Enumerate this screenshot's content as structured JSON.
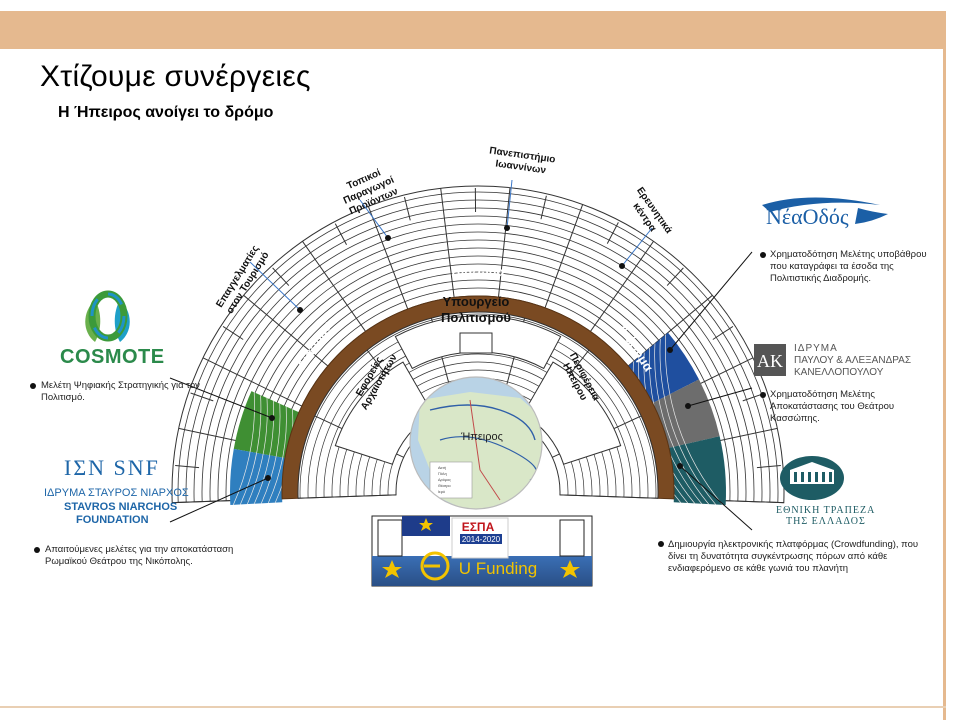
{
  "slide": {
    "title": "Χτίζουμε συνέργειες",
    "subtitle": "Η Ήπειρος ανοίγει το δρόμο"
  },
  "theatre": {
    "diazoma": "Διάζωμα",
    "center_label": "Ήπειρος",
    "sections_outer": [
      "Επαγγελματίες στον Τουρισμό",
      "Τοπικοί Παραγωγοί Προϊόντων",
      "Πανεπιστήμιο Ιωαννίνων",
      "Ερευνητικά κέντρα"
    ],
    "sections_inner": [
      "Εφορείες Αρχαιοτήτων",
      "Υπουργείο Πολιτισμού",
      "Περιφέρεια Ηπείρου"
    ],
    "map_legend": [
      "Ακτή",
      "Πόλη",
      "Δρόμος",
      "Θέατρο",
      "Ιερό"
    ]
  },
  "left": {
    "cosmote_logo": "COSMOTE",
    "cosmote_note": "Μελέτη Ψηφιακής Στρατηγικής για τον Πολιτισμό.",
    "snf_logo_top": "ΙΣΝ SNF",
    "snf_logo_lines": [
      "ΙΔΡΥΜΑ ΣΤΑΥΡΟΣ ΝΙΑΡΧΟΣ",
      "STAVROS NIARCHOS",
      "FOUNDATION"
    ],
    "snf_note": "Απαιτούμενες μελέτες για την αποκατάσταση Ρωμαϊκού Θεάτρου της Νικόπολης."
  },
  "right": {
    "neaodos_logo": "ΝέαΟδός",
    "neaodos_note": "Χρηματοδότηση Μελέτης υποβάθρου που καταγράφει τα έσοδα της Πολιτιστικής Διαδρομής.",
    "kanellopoulou_logo_mark": "ΑΚ",
    "kanellopoulou_logo_lines": [
      "ΙΔΡΥΜΑ",
      "ΠΑΥΛΟΥ & ΑΛΕΞΑΝΔΡΑΣ",
      "ΚΑΝΕΛΛΟΠΟΥΛΟΥ"
    ],
    "kanellopoulou_note": "Χρηματοδότηση Μελέτης Αποκατάστασης του Θεάτρου Κασσώπης.",
    "nbg_logo_lines": [
      "ΕΘΝΙΚΗ ΤΡΑΠΕΖΑ",
      "ΤΗΣ ΕΛΛΑΔΟΣ"
    ],
    "nbg_note": "Δημιουργία ηλεκτρονικής πλατφόρμας (Crowdfunding), που δίνει τη δυνατότητα συγκέντρωσης πόρων από κάθε ενδιαφερόμενο σε κάθε γωνιά του πλανήτη"
  },
  "funding": {
    "espa": "ΕΣΠΑ",
    "espa_years": "2014-2020",
    "label": "U Funding"
  },
  "colors": {
    "accent_bar": "#e5b98f",
    "diazoma": "#7a4a22",
    "cosmote_green": "#3f8f33",
    "snf_blue": "#2f7fbf",
    "neaodos_blue": "#1f4f9f",
    "kanellopoulou_grey": "#6d6d6d",
    "nbg_teal": "#1e5c64"
  }
}
